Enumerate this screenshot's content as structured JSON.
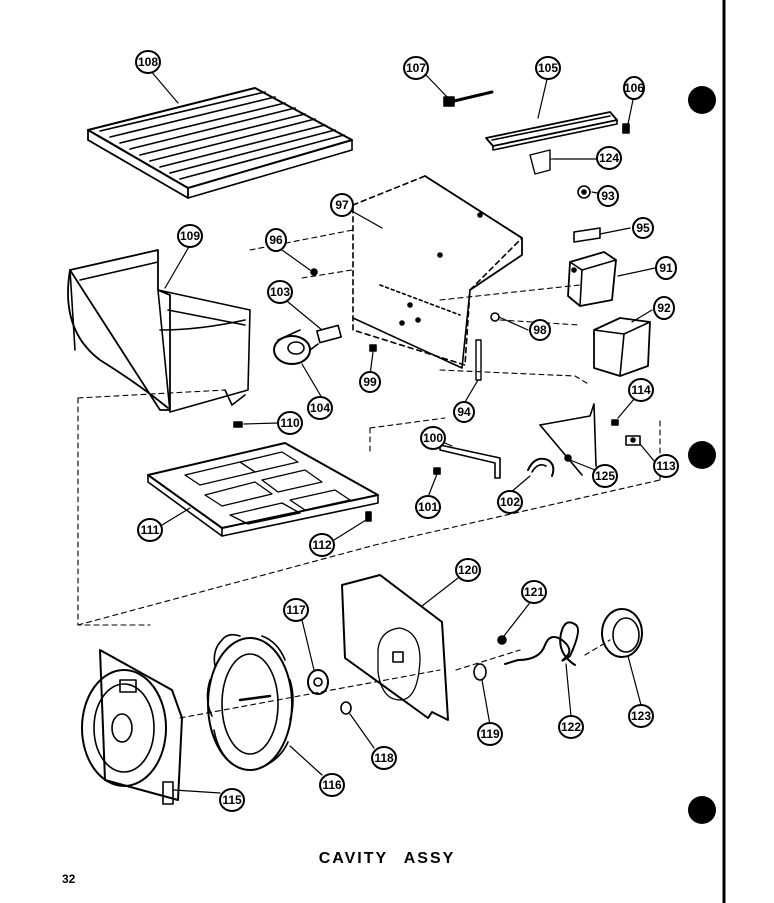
{
  "caption": "CAVITY ASSY",
  "page_number": "32",
  "callouts": [
    "108",
    "107",
    "105",
    "106",
    "124",
    "93",
    "97",
    "96",
    "109",
    "95",
    "91",
    "103",
    "92",
    "98",
    "99",
    "104",
    "94",
    "110",
    "114",
    "100",
    "125",
    "113",
    "111",
    "101",
    "102",
    "112",
    "120",
    "121",
    "117",
    "123",
    "119",
    "122",
    "118",
    "116",
    "115"
  ]
}
